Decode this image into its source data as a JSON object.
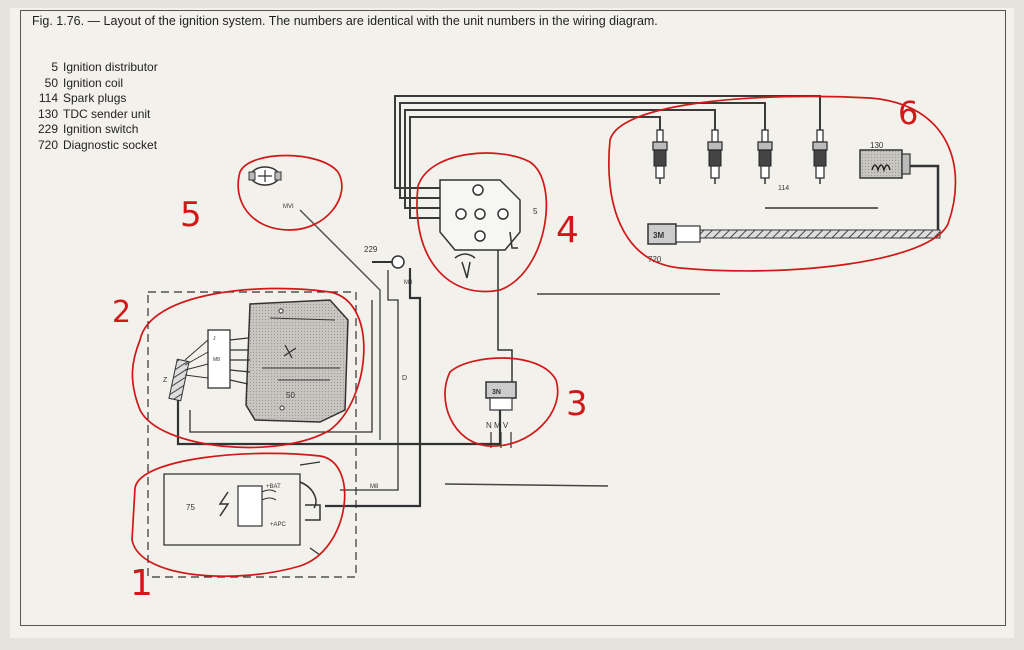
{
  "figure": {
    "caption": "Fig. 1.76. — Layout of the ignition system. The numbers are identical with the unit numbers in the wiring diagram."
  },
  "legend": [
    {
      "num": "5",
      "label": "Ignition distributor"
    },
    {
      "num": "50",
      "label": "Ignition coil"
    },
    {
      "num": "114",
      "label": "Spark plugs"
    },
    {
      "num": "130",
      "label": "TDC sender unit"
    },
    {
      "num": "229",
      "label": "Ignition switch"
    },
    {
      "num": "720",
      "label": "Diagnostic socket"
    }
  ],
  "labels": {
    "unit_5": "5",
    "unit_50": "50",
    "unit_75": "75",
    "unit_114": "114",
    "unit_130": "130",
    "unit_229": "229",
    "unit_720": "720",
    "connector_3n": "3N",
    "connector_3m": "3M",
    "wire_nmv": "N M V",
    "wire_d": "D",
    "wire_z": "Z",
    "wire_m8_a": "M8",
    "wire_m8_b": "M8",
    "wire_m8_c": "M8",
    "wire_mvi": "MVI",
    "wire_bat": "+BAT",
    "wire_apc": "+APC",
    "wire_j": "J"
  },
  "annotations": [
    "1",
    "2",
    "3",
    "4",
    "5",
    "6"
  ],
  "colors": {
    "annotation": "#d01818",
    "line": "#3a3a3a",
    "paper": "#f3f1ec"
  }
}
